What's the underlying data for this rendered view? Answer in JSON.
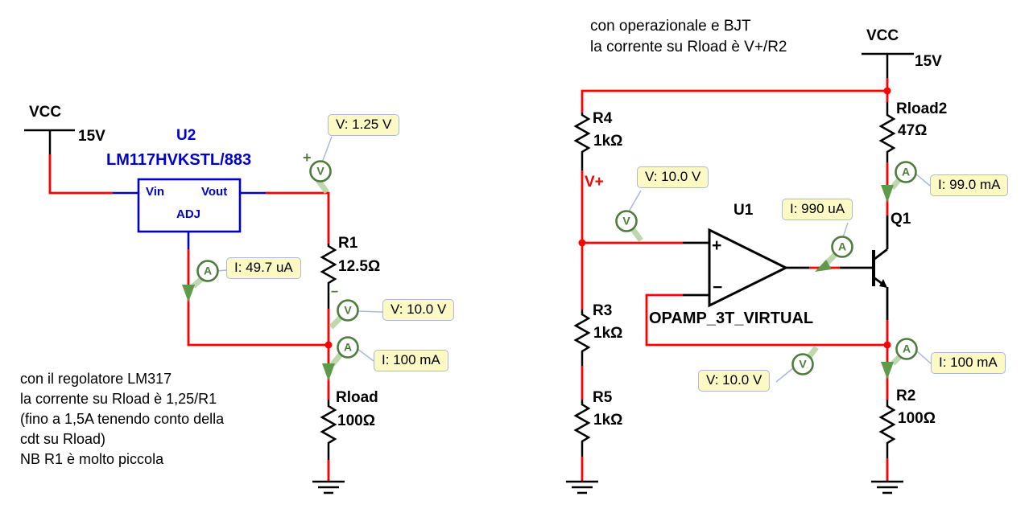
{
  "glyphs": {
    "volt": "V",
    "amp": "A",
    "plus": "+",
    "minus": "−"
  },
  "colors": {
    "wire": "#ff0000",
    "component_blue": "#0000cc",
    "probe_green": "#4e7c3c",
    "probe_label_bg": "#fdf9c4",
    "probe_label_border": "#a9b8dc"
  },
  "left": {
    "note_lines": [
      "con il regolatore LM317",
      "la corrente su Rload è 1,25/R1",
      "(fino a 1,5A tenendo conto della",
      "cdt su Rload)",
      "NB R1 è molto piccola"
    ],
    "vcc": {
      "net": "VCC",
      "value": "15V"
    },
    "u2": {
      "ref": "U2",
      "part": "LM117HVKSTL/883",
      "pins": {
        "vin": "Vin",
        "vout": "Vout",
        "adj": "ADJ"
      }
    },
    "r1": {
      "ref": "R1",
      "value": "12.5Ω"
    },
    "rload": {
      "ref": "Rload",
      "value": "100Ω"
    },
    "probes": {
      "vout_v": "V: 1.25 V",
      "adj_i": "I: 49.7 uA",
      "load_v": "V: 10.0 V",
      "load_i": "I: 100 mA"
    }
  },
  "right": {
    "note_lines": [
      "con operazionale e BJT",
      "la corrente su Rload è V+/R2"
    ],
    "vcc": {
      "net": "VCC",
      "value": "15V"
    },
    "vplus_net": "V+",
    "u1": {
      "ref": "U1",
      "part": "OPAMP_3T_VIRTUAL"
    },
    "q1": {
      "ref": "Q1"
    },
    "r4": {
      "ref": "R4",
      "value": "1kΩ"
    },
    "r3": {
      "ref": "R3",
      "value": "1kΩ"
    },
    "r5": {
      "ref": "R5",
      "value": "1kΩ"
    },
    "rload2": {
      "ref": "Rload2",
      "value": "47Ω"
    },
    "r2": {
      "ref": "R2",
      "value": "100Ω"
    },
    "probes": {
      "vplus_v": "V: 10.0 V",
      "base_i": "I: 990 uA",
      "collector_i": "I: 99.0 mA",
      "emitter_i": "I: 100 mA",
      "emitter_v": "V: 10.0 V"
    }
  }
}
